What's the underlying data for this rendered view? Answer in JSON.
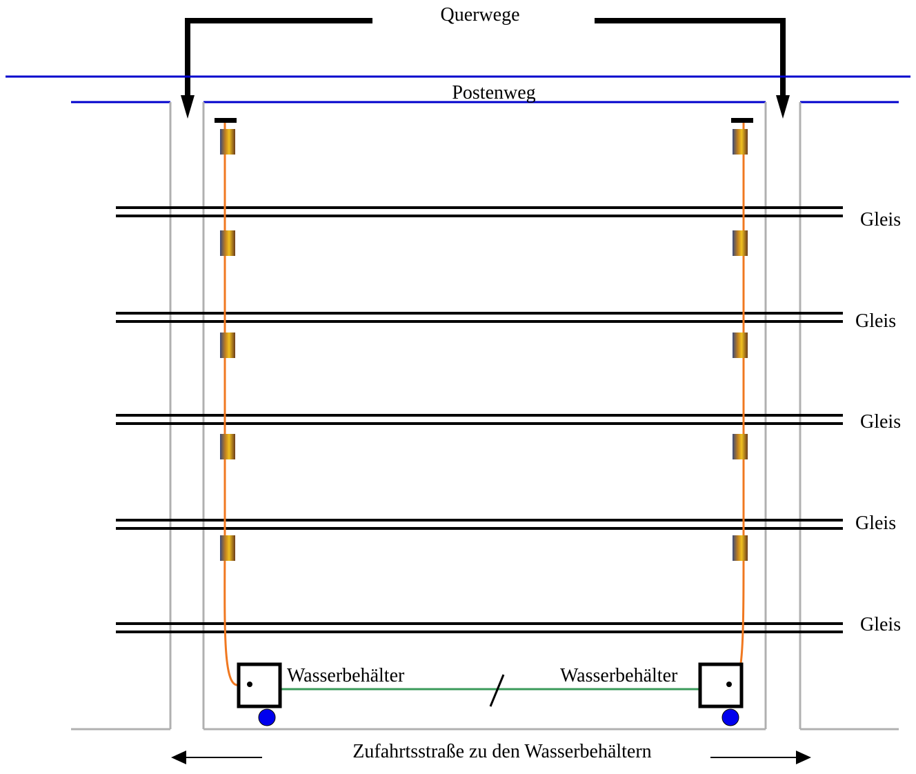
{
  "labels": {
    "querwege": "Querwege",
    "postenweg": "Postenweg",
    "gleis": "Gleis",
    "wasserbehaelter": "Wasserbehälter",
    "zufahrt": "Zufahrtsstraße zu den Wasserbehältern"
  },
  "tracks": [
    "Gleis",
    "Gleis",
    "Gleis",
    "Gleis",
    "Gleis"
  ],
  "tanks": [
    "Wasserbehälter",
    "Wasserbehälter"
  ],
  "colors": {
    "path_blue": "#0000cc",
    "boundary_gray": "#b0b0b0",
    "hose_orange": "#f07820",
    "pipe_green": "#3a9a5a",
    "pump_blue": "#0000ee",
    "track_black": "#000000"
  },
  "icons": {
    "hydrant": "hydrant-icon",
    "pump": "pump-icon",
    "arrow": "arrow-icon"
  }
}
